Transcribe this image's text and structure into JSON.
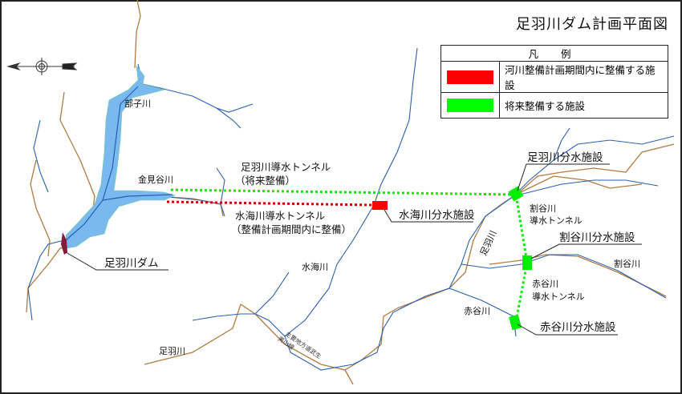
{
  "title": "足羽川ダム計画平面図",
  "legend": {
    "header": "凡 例",
    "items": [
      {
        "label": "河川整備計画期間内に整備する施設",
        "color": "#ff0000"
      },
      {
        "label": "将来整備する施設",
        "color": "#00ff00"
      }
    ]
  },
  "labels": {
    "bekogawa": "部子川",
    "kanamidanigawa": "金見谷川",
    "asuwa_tunnel": "足羽川導水トンネル",
    "asuwa_tunnel_note": "（将来整備）",
    "mizumi_tunnel": "水海川導水トンネル",
    "mizumi_tunnel_note": "（整備計画期間内に整備）",
    "mizumi_facility": "水海川分水施設",
    "dam": "足羽川ダム",
    "mizumigawa": "水海川",
    "asuwagawa_south": "足羽川",
    "asuwagawa_east": "足羽川",
    "akadanigawa": "赤谷川",
    "asuwa_facility": "足羽川分水施設",
    "waridani_tunnel_1": "割谷川",
    "waridani_tunnel_2": "導水トンネル",
    "waridani_facility": "割谷川分水施設",
    "waridanigawa": "割谷川",
    "akadani_tunnel_1": "赤谷川",
    "akadani_tunnel_2": "導水トンネル",
    "akadani_facility": "赤谷川分水施設",
    "road_1": "主要地方道武生",
    "road_2": "美山線"
  },
  "colors": {
    "reservoir": "#7ab8f0",
    "river": "#2a5fb0",
    "road": "#b07a40",
    "dam": "#8b1a3a",
    "planned": "#ff0000",
    "future": "#00ee00"
  }
}
